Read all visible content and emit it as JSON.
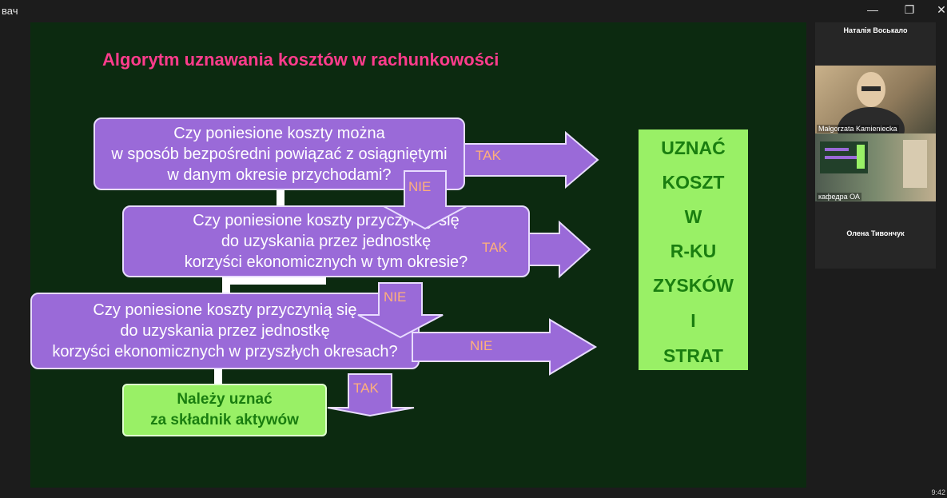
{
  "window": {
    "title": "вач"
  },
  "slide": {
    "title": "Algorytm uznawania kosztów w rachunkowości",
    "question1": "Czy poniesione koszty można\nw sposób bezpośredni powiązać z osiągniętymi\nw danym okresie przychodami?",
    "question2": "Czy poniesione koszty przyczyniły się\ndo uzyskania przez jednostkę\nkorzyści ekonomicznych w tym okresie?",
    "question3": "Czy poniesione koszty przyczynią się\ndo uzyskania przez jednostkę\nkorzyści ekonomicznych w przyszłych okresach?",
    "arrow1_label": "TAK",
    "arrow2_label": "TAK",
    "arrow3_label": "NIE",
    "down1_label": "NIE",
    "down2_label": "NIE",
    "down3_label": "TAK",
    "asset_text": "Należy uznać\nza składnik aktywów",
    "result_lines": [
      "UZNAĆ",
      "KOSZT",
      "W",
      "R-KU",
      "ZYSKÓW",
      "I",
      "STRAT"
    ]
  },
  "participants": {
    "p1": "Наталія Воськало",
    "p2": "Małgorzata Kamieniecka",
    "p3": "кафедра ОА",
    "p4": "Олена Тивончук"
  },
  "colors": {
    "slide_bg": "#0c2a10",
    "title": "#ff3c8c",
    "box_purple": "#9a6ad8",
    "box_green": "#99f066",
    "green_text": "#1a7e10",
    "arrow_label": "#ffb07a"
  }
}
